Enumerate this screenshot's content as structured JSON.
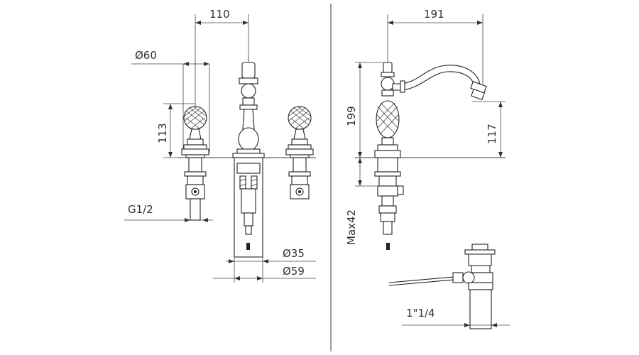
{
  "dimensions": {
    "left_width": "110",
    "knob_diameter": "Ø60",
    "knob_height": "113",
    "thread": "G1/2",
    "body_diameter_small": "Ø35",
    "body_diameter_large": "Ø59",
    "spout_reach": "191",
    "spout_height": "199",
    "spout_outlet_height": "117",
    "max_deck": "Max42",
    "waste_thread": "1\"1/4"
  },
  "colors": {
    "line": "#3a3a3a",
    "background": "#ffffff"
  }
}
